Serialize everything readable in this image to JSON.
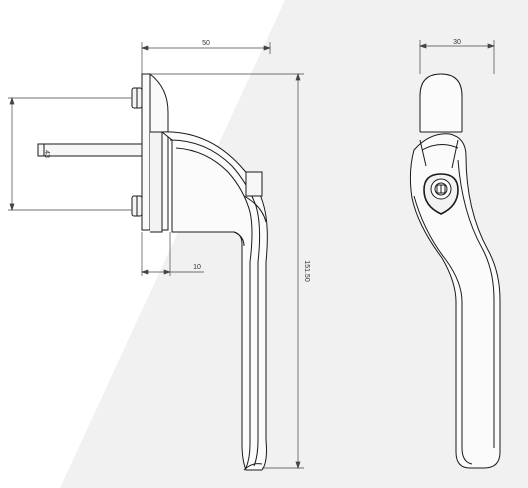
{
  "drawing": {
    "dimensions": {
      "side_width": "50",
      "front_width": "30",
      "spindle_spacing": "43",
      "base_offset": "10",
      "overall_height": "151.50"
    },
    "colors": {
      "background": "#f2f2f3",
      "background_light": "#ffffff",
      "line": "#1a1a1a",
      "dim_line": "#444444"
    }
  }
}
